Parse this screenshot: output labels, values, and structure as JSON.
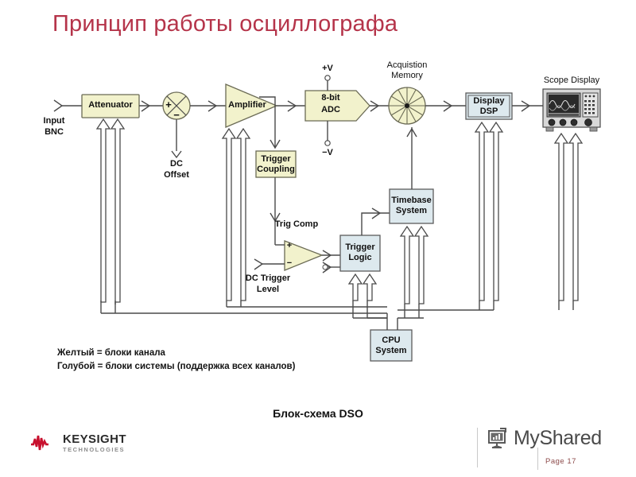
{
  "slide": {
    "title": "Принцип работы осциллографа",
    "caption": "Блок-схема DSO",
    "background": "#ffffff",
    "title_color": "#b5344a"
  },
  "colors": {
    "channel_block": "#f2f2cc",
    "system_block": "#dde9ee",
    "line": "#4a4a4a",
    "text": "#101010",
    "keysight_red": "#c8102e"
  },
  "diagram": {
    "name": "dso-block-diagram",
    "blocks": [
      {
        "id": "attenuator",
        "label": "Attenuator",
        "kind": "channel",
        "shape": "rect"
      },
      {
        "id": "summing-junction",
        "label_plus": "+",
        "label_minus": "−",
        "kind": "channel",
        "shape": "circle-cross"
      },
      {
        "id": "amplifier",
        "label": "Amplifier",
        "kind": "channel",
        "shape": "triangle"
      },
      {
        "id": "adc",
        "label_line1": "8-bit",
        "label_line2": "ADC",
        "kind": "channel",
        "shape": "pentagon"
      },
      {
        "id": "acquisition-memory",
        "label_line1": "Acquistion",
        "label_line2": "Memory",
        "kind": "channel",
        "shape": "wheel"
      },
      {
        "id": "display-dsp",
        "label_line1": "Display",
        "label_line2": "DSP",
        "kind": "system",
        "shape": "rect-double"
      },
      {
        "id": "scope-display",
        "label": "Scope Display",
        "kind": "device",
        "shape": "oscilloscope"
      },
      {
        "id": "trigger-coupling",
        "label_line1": "Trigger",
        "label_line2": "Coupling",
        "kind": "channel",
        "shape": "rect"
      },
      {
        "id": "trig-comp",
        "label": "Trig Comp",
        "label_plus": "+",
        "label_minus": "−",
        "kind": "channel",
        "shape": "comparator"
      },
      {
        "id": "trigger-logic",
        "label_line1": "Trigger",
        "label_line2": "Logic",
        "kind": "system",
        "shape": "rect"
      },
      {
        "id": "timebase-system",
        "label_line1": "Timebase",
        "label_line2": "System",
        "kind": "system",
        "shape": "rect"
      },
      {
        "id": "cpu-system",
        "label_line1": "CPU",
        "label_line2": "System",
        "kind": "system",
        "shape": "rect"
      }
    ],
    "port_labels": [
      {
        "id": "input-bnc",
        "line1": "Input",
        "line2": "BNC"
      },
      {
        "id": "dc-offset",
        "line1": "DC",
        "line2": "Offset"
      },
      {
        "id": "dc-trigger-level",
        "line1": "DC Trigger",
        "line2": "Level"
      },
      {
        "id": "supply-positive",
        "line1": "+V"
      },
      {
        "id": "supply-negative",
        "line1": "−V"
      }
    ]
  },
  "legend": {
    "line1": "Желтый = блоки канала",
    "line2": "Голубой = блоки системы (поддержка всех каналов)"
  },
  "keysight": {
    "name": "KEYSIGHT",
    "sub": "TECHNOLOGIES"
  },
  "myshared": {
    "name": "MyShared",
    "page": "Page  17"
  }
}
